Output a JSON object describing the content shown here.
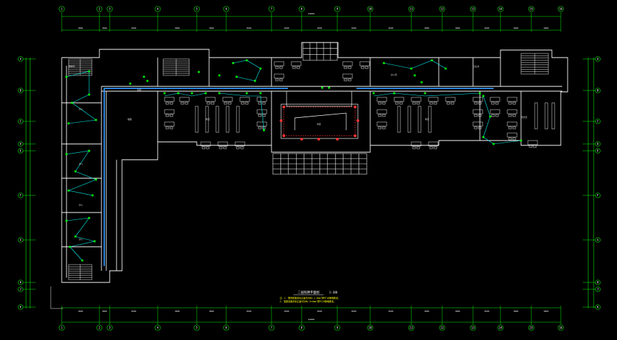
{
  "drawing": {
    "title": "二层照明平面图",
    "scale": "1:100",
    "notes": [
      "注：1. 照明线路未标注者均为BV-2.5mm²穿PC16管暗敷设。",
      "2. 插座线路未标注者均为BV-3×4mm²穿PC20管暗敷设。"
    ]
  },
  "grid": {
    "top_axes": [
      "1",
      "2",
      "3",
      "4",
      "5",
      "6",
      "7",
      "8",
      "9",
      "10",
      "11",
      "12",
      "13",
      "14",
      "15",
      "16"
    ],
    "side_axes": [
      "A",
      "B",
      "C",
      "D",
      "E",
      "F",
      "G",
      "H",
      "J",
      "K"
    ]
  },
  "dimensions": {
    "top_row": [
      "3600",
      "3600",
      "3600",
      "3600",
      "3600",
      "3600",
      "3600",
      "3600",
      "3600",
      "3600",
      "3600",
      "3600",
      "3600",
      "3600",
      "3600"
    ],
    "bottom_row": [
      "3600",
      "3600",
      "3600",
      "3600",
      "3600",
      "3600",
      "3600",
      "3600",
      "3600",
      "3600",
      "3600",
      "3600",
      "3600",
      "3600",
      "3600"
    ],
    "top_total": "54000",
    "bottom_total": "54000"
  },
  "rooms": {
    "classroom_left": "教室",
    "classroom_right": "教室",
    "reading_room": "阅览室",
    "corridor": "走廊",
    "stair": "楼梯间",
    "toilet": "卫生间",
    "office": "办公室",
    "atrium": "中庭",
    "store": "储藏",
    "wing_room_1": "办公",
    "wing_room_2": "办公",
    "wing_room_3": "办公",
    "wing_room_4": "办公"
  },
  "colors": {
    "background": "#000000",
    "wall": "#ffffff",
    "grid_line": "#00ff00",
    "circuit": "#00ffff",
    "feeder": "#3399ff",
    "fixture": "#00ff00",
    "emergency": "#ff3333",
    "note": "#ffff00"
  }
}
